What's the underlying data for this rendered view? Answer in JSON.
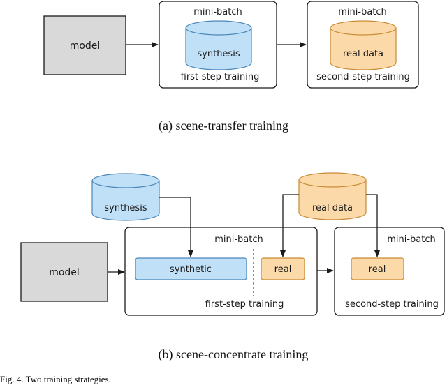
{
  "colors": {
    "model_fill": "#d9d9d9",
    "synthesis_fill": "#bfe0f7",
    "synthesis_stroke": "#4a86b8",
    "real_fill": "#fbd9a8",
    "real_stroke": "#c98a34",
    "line": "#1a1a1a"
  },
  "panel_a": {
    "model_label": "model",
    "box1": {
      "title": "mini-batch",
      "cylinder_label": "synthesis",
      "step_label": "first-step training"
    },
    "box2": {
      "title": "mini-batch",
      "cylinder_label": "real data",
      "step_label": "second-step training"
    },
    "caption": "(a)  scene-transfer training"
  },
  "panel_b": {
    "synthesis_db": "synthesis",
    "real_db": "real data",
    "model_label": "model",
    "box1": {
      "title": "mini-batch",
      "synthetic_label": "synthetic",
      "real_label": "real",
      "step_label": "first-step training"
    },
    "box2": {
      "title": "mini-batch",
      "real_label": "real",
      "step_label": "second-step training"
    },
    "caption": "(b)  scene-concentrate training"
  },
  "fig_caption": "Fig. 4.   Two training strategies."
}
